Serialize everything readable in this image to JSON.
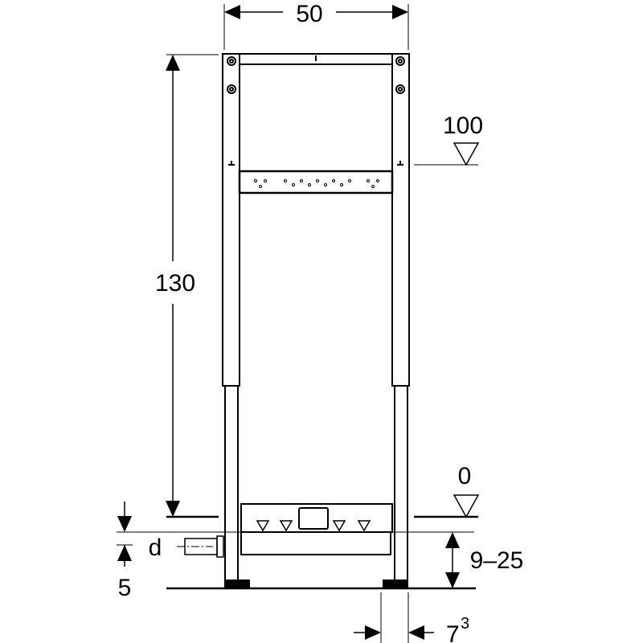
{
  "dimensions": {
    "width": "50",
    "height": "130",
    "level_upper": "100",
    "level_zero": "0",
    "pipe_diameter": "d",
    "pipe_offset": "5",
    "adjust_range": "9–25",
    "post_depth_base": "7",
    "post_depth_exp": "3"
  },
  "colors": {
    "line": "#000000",
    "background": "#ffffff"
  }
}
